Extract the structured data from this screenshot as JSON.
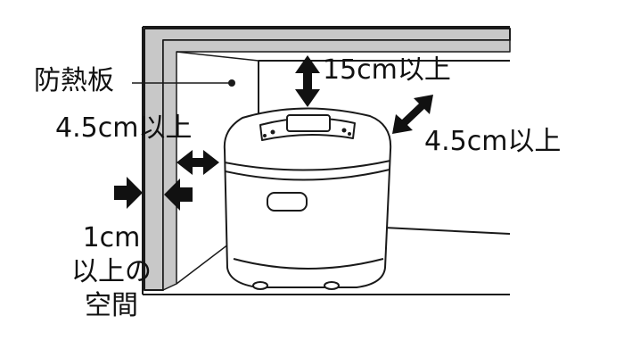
{
  "labels": {
    "heat_shield": "防熱板",
    "top_clearance": "15cm以上",
    "left_clearance": "4.5cm以上",
    "right_clearance": "4.5cm以上",
    "gap_line1": "1cm",
    "gap_line2": "以上の",
    "gap_line3": "空間"
  },
  "colors": {
    "wall_fill": "#c8c8c8",
    "line": "#1a1a1a",
    "arrow": "#111111",
    "background": "#ffffff"
  }
}
